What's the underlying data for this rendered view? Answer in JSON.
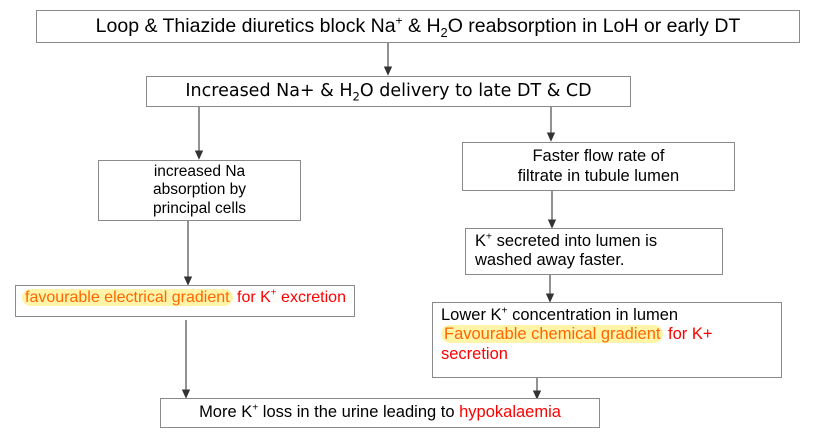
{
  "diagram": {
    "title": "Loop & Thiazide diuretics and hypokalaemia pathway",
    "colors": {
      "box_border": "#8a8a8a",
      "text_black": "#000000",
      "text_red": "#FF0000",
      "text_orange": "#FF6600",
      "highlight_yellow": "#FFF4A8",
      "arrow": "#555555",
      "background": "#FFFFFF"
    },
    "nodes": {
      "top": {
        "id": "top-cause",
        "segments": [
          {
            "text": "Loop & Thiazide diuretics block Na",
            "style": "plain"
          },
          {
            "text": "+",
            "style": "sup"
          },
          {
            "text": " & H",
            "style": "plain"
          },
          {
            "text": "2",
            "style": "sub"
          },
          {
            "text": "O  reabsorption in LoH  or early DT",
            "style": "plain"
          }
        ],
        "plain_text": "Loop & Thiazide diuretics block Na+ & H2O  reabsorption in LoH  or early DT"
      },
      "delivery": {
        "id": "increased-delivery",
        "segments": [
          {
            "text": "Increased Na+ & H",
            "style": "plain"
          },
          {
            "text": "2",
            "style": "sub"
          },
          {
            "text": "O delivery to late DT & CD",
            "style": "plain"
          }
        ],
        "plain_text": "Increased Na+ & H2O delivery to late DT & CD"
      },
      "principal": {
        "id": "increased-na-absorption",
        "lines": [
          "increased Na",
          "absorption by",
          "principal cells"
        ],
        "plain_text": "increased Na absorption by principal cells"
      },
      "flow": {
        "id": "faster-flow-rate",
        "lines": [
          "Faster flow rate of",
          "filtrate in tubule lumen"
        ],
        "plain_text": "Faster flow rate of filtrate in tubule lumen"
      },
      "secreted": {
        "id": "k-secreted-washed-away",
        "line1": {
          "segments": [
            {
              "text": "K",
              "style": "plain"
            },
            {
              "text": "+",
              "style": "sup"
            },
            {
              "text": "  secreted into lumen is",
              "style": "plain"
            }
          ]
        },
        "line2": "washed away faster.",
        "plain_text": "K+  secreted into lumen is washed away faster."
      },
      "electrical": {
        "id": "favourable-electrical-gradient",
        "segments": [
          {
            "text": "favourable electrical gradient",
            "style": "orange-highlight"
          },
          {
            "text": " for K",
            "style": "red"
          },
          {
            "text": "+",
            "style": "red-sup"
          },
          {
            "text": " excretion",
            "style": "red"
          }
        ],
        "plain_text": "favourable electrical gradient for K+ excretion"
      },
      "lower": {
        "id": "lower-k-concentration",
        "line1": {
          "segments": [
            {
              "text": "Lower K",
              "style": "plain"
            },
            {
              "text": "+",
              "style": "sup"
            },
            {
              "text": " concentration in lumen",
              "style": "plain"
            }
          ]
        },
        "line2": {
          "segments": [
            {
              "text": "Favourable chemical gradient",
              "style": "orange-highlight"
            },
            {
              "text": " for K+",
              "style": "red"
            }
          ]
        },
        "line3": {
          "segments": [
            {
              "text": "secretion",
              "style": "red"
            }
          ]
        },
        "plain_text": "Lower K+ concentration in lumen Favourable chemical gradient for K+ secretion"
      },
      "bottom": {
        "id": "more-k-loss-hypokalaemia",
        "segments": [
          {
            "text": "More K",
            "style": "plain"
          },
          {
            "text": "+",
            "style": "sup"
          },
          {
            "text": "  loss in the urine  leading to ",
            "style": "plain"
          },
          {
            "text": "hypokalaemia",
            "style": "red"
          }
        ],
        "plain_text": "More K+  loss in the urine  leading to hypokalaemia"
      }
    },
    "connectors": [
      {
        "name": "top-to-delivery",
        "from": "top",
        "to": "delivery"
      },
      {
        "name": "delivery-to-principal",
        "from": "delivery",
        "to": "principal"
      },
      {
        "name": "delivery-to-flow",
        "from": "delivery",
        "to": "flow"
      },
      {
        "name": "principal-to-electrical",
        "from": "principal",
        "to": "electrical"
      },
      {
        "name": "flow-to-secreted",
        "from": "flow",
        "to": "secreted"
      },
      {
        "name": "secreted-to-lower",
        "from": "secreted",
        "to": "lower"
      },
      {
        "name": "electrical-to-bottom",
        "from": "electrical",
        "to": "bottom"
      },
      {
        "name": "lower-to-bottom",
        "from": "lower",
        "to": "bottom"
      }
    ]
  }
}
